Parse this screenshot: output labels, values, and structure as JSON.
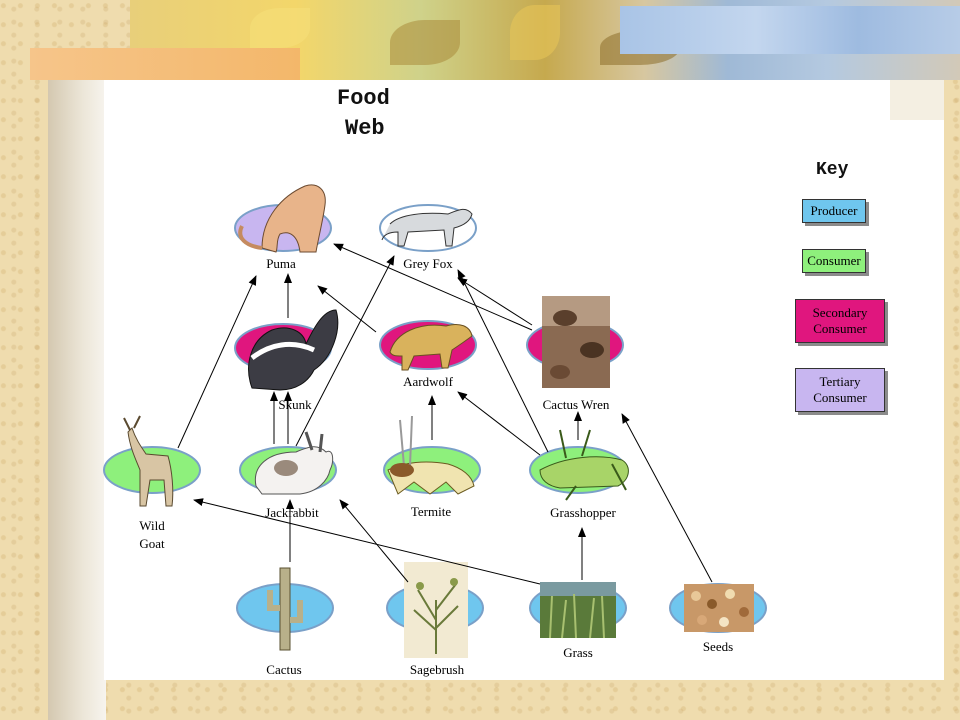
{
  "title": {
    "line1": "Food",
    "line2": "Web"
  },
  "key": {
    "title": "Key",
    "items": [
      {
        "label": "Producer",
        "color": "#6fc6ee"
      },
      {
        "label": "Consumer",
        "color": "#8ef07c"
      },
      {
        "label": "Secondary Consumer",
        "color": "#e0167e"
      },
      {
        "label": "Tertiary Consumer",
        "color": "#c8b6f0"
      }
    ]
  },
  "nodes": {
    "puma": "Puma",
    "grey_fox": "Grey Fox",
    "skunk": "Skunk",
    "aardwolf": "Aardwolf",
    "cactus_wren": "Cactus Wren",
    "wild_goat_1": "Wild",
    "wild_goat_2": "Goat",
    "jackrabbit": "Jackrabbit",
    "termite": "Termite",
    "grasshopper": "Grasshopper",
    "cactus": "Cactus",
    "sagebrush": "Sagebrush",
    "grass": "Grass",
    "seeds": "Seeds"
  }
}
